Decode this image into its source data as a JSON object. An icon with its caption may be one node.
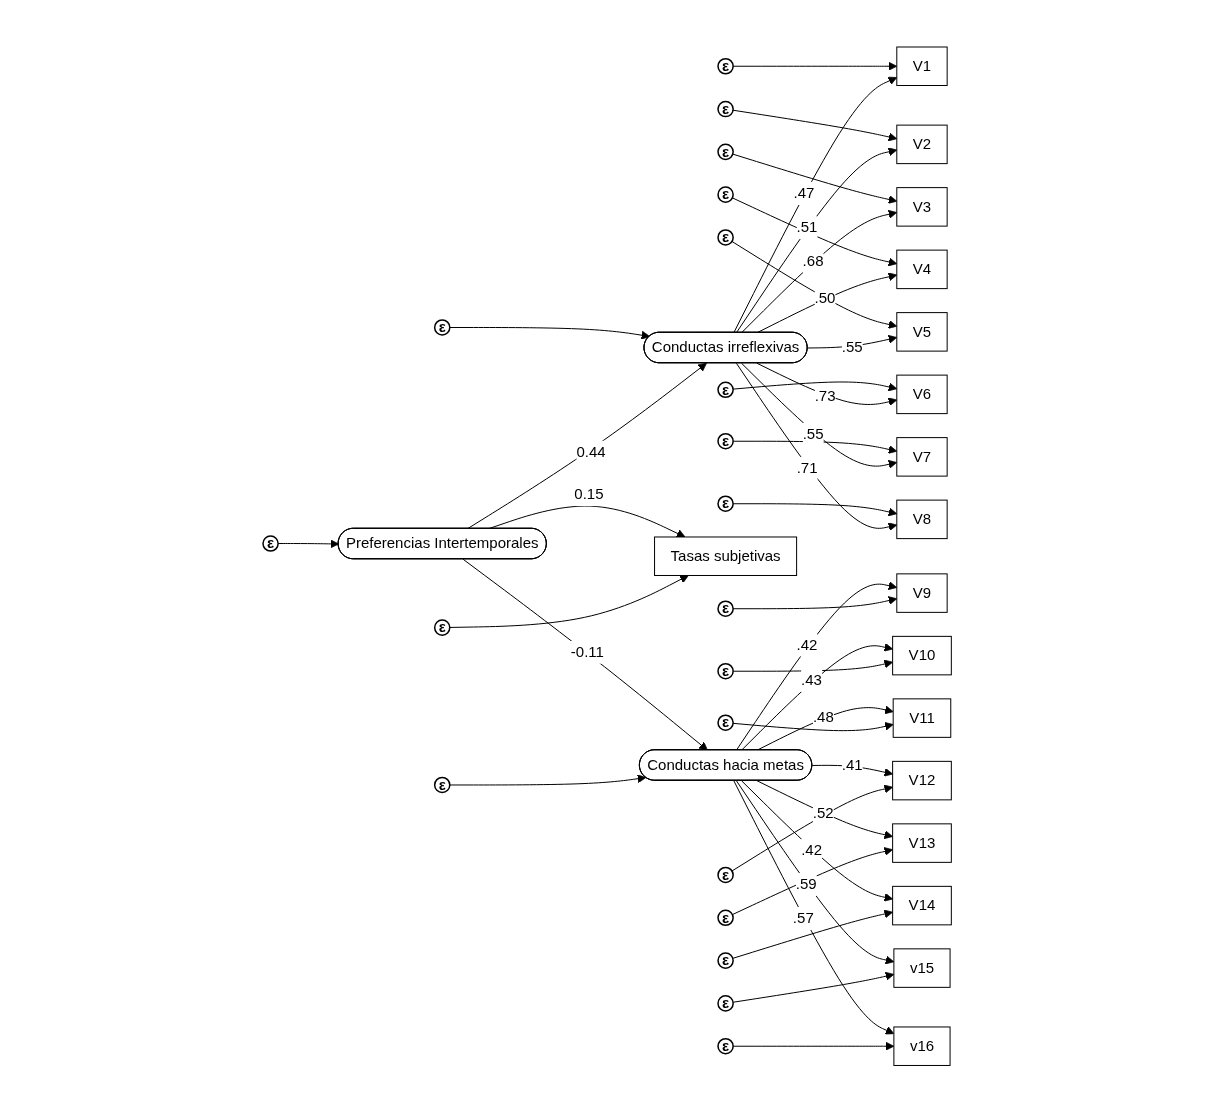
{
  "diagram": {
    "nodes": [
      {
        "text": [
          "ε"
        ]
      },
      {
        "text": [
          "ε"
        ]
      },
      {
        "text": [
          "ε"
        ]
      },
      {
        "text": [
          "ε"
        ]
      },
      {
        "text": [
          "ε"
        ]
      },
      {
        "text": [
          "ε"
        ]
      },
      {
        "text": [
          "ε"
        ]
      },
      {
        "text": [
          "ε"
        ]
      },
      {
        "text": [
          "V1"
        ]
      },
      {
        "text": [
          "V2"
        ]
      },
      {
        "text": [
          "V3"
        ]
      },
      {
        "text": [
          "V4"
        ]
      },
      {
        "text": [
          "V5"
        ]
      },
      {
        "text": [
          "V6"
        ]
      },
      {
        "text": [
          "V7"
        ]
      },
      {
        "text": [
          "V8"
        ]
      },
      {
        "text": [
          "Conductas irreflexivas"
        ]
      },
      {
        "text": [
          "ε"
        ]
      },
      {
        "text": [
          "ε"
        ]
      },
      {
        "text": [
          "Preferencias Intertemporales"
        ]
      },
      {
        "text": [
          "Tasas subjetivas"
        ]
      },
      {
        "text": [
          "ε"
        ]
      },
      {
        "text": [
          "ε"
        ]
      },
      {
        "text": [
          "Conductas hacia metas"
        ]
      },
      {
        "text": [
          "V9"
        ]
      },
      {
        "text": [
          "V10"
        ]
      },
      {
        "text": [
          "V11"
        ]
      },
      {
        "text": [
          "V12"
        ]
      },
      {
        "text": [
          "V13"
        ]
      },
      {
        "text": [
          "V14"
        ]
      },
      {
        "text": [
          "v15"
        ]
      },
      {
        "text": [
          "v16"
        ]
      },
      {
        "text": [
          "ε"
        ]
      },
      {
        "text": [
          "ε"
        ]
      },
      {
        "text": [
          "ε"
        ]
      },
      {
        "text": [
          "ε"
        ]
      },
      {
        "text": [
          "ε"
        ]
      },
      {
        "text": [
          "ε"
        ]
      },
      {
        "text": [
          "ε"
        ]
      },
      {
        "text": [
          "ε"
        ]
      }
    ],
    "edges": [
      {
        "from": 0,
        "to": 8,
        "arrow": "to"
      },
      {
        "from": 1,
        "to": 9,
        "arrow": "to"
      },
      {
        "from": 2,
        "to": 10,
        "arrow": "to"
      },
      {
        "from": 3,
        "to": 11,
        "arrow": "to"
      },
      {
        "from": 4,
        "to": 12,
        "arrow": "to"
      },
      {
        "from": 5,
        "to": 13,
        "arrow": "to"
      },
      {
        "from": 6,
        "to": 14,
        "arrow": "to"
      },
      {
        "from": 7,
        "to": 15,
        "arrow": "to"
      },
      {
        "from": 16,
        "to": 8,
        "arrow": "to",
        "label": ".47"
      },
      {
        "from": 16,
        "to": 9,
        "arrow": "to",
        "label": ".51"
      },
      {
        "from": 16,
        "to": 10,
        "arrow": "to",
        "label": ".68"
      },
      {
        "from": 16,
        "to": 11,
        "arrow": "to",
        "label": ".50"
      },
      {
        "from": 16,
        "to": 12,
        "arrow": "to",
        "label": ".55"
      },
      {
        "from": 16,
        "to": 13,
        "arrow": "to",
        "label": ".73"
      },
      {
        "from": 16,
        "to": 14,
        "arrow": "to",
        "label": ".55"
      },
      {
        "from": 16,
        "to": 15,
        "arrow": "to",
        "label": ".71"
      },
      {
        "from": 17,
        "to": 16,
        "arrow": "to"
      },
      {
        "from": 18,
        "to": 19,
        "arrow": "to"
      },
      {
        "from": 19,
        "to": 16,
        "arrow": "to",
        "label": "0.44"
      },
      {
        "from": 19,
        "to": 20,
        "arrow": "to",
        "label": "0.15"
      },
      {
        "from": 21,
        "to": 20,
        "arrow": "to"
      },
      {
        "from": 19,
        "to": 23,
        "arrow": "to",
        "label": "-0.11"
      },
      {
        "from": 22,
        "to": 23,
        "arrow": "to"
      },
      {
        "from": 23,
        "to": 24,
        "arrow": "to",
        "label": ".42"
      },
      {
        "from": 23,
        "to": 25,
        "arrow": "to",
        "label": ".43"
      },
      {
        "from": 23,
        "to": 26,
        "arrow": "to",
        "label": ".48"
      },
      {
        "from": 23,
        "to": 27,
        "arrow": "to",
        "label": ".41"
      },
      {
        "from": 23,
        "to": 28,
        "arrow": "to",
        "label": ".52"
      },
      {
        "from": 23,
        "to": 29,
        "arrow": "to",
        "label": ".42"
      },
      {
        "from": 23,
        "to": 30,
        "arrow": "to",
        "label": ".59"
      },
      {
        "from": 23,
        "to": 31,
        "arrow": "to",
        "label": ".57"
      },
      {
        "from": 32,
        "to": 24,
        "arrow": "to"
      },
      {
        "from": 33,
        "to": 25,
        "arrow": "to"
      },
      {
        "from": 34,
        "to": 26,
        "arrow": "to"
      },
      {
        "from": 35,
        "to": 27,
        "arrow": "to"
      },
      {
        "from": 36,
        "to": 28,
        "arrow": "to"
      },
      {
        "from": 37,
        "to": 29,
        "arrow": "to"
      },
      {
        "from": 38,
        "to": 30,
        "arrow": "to"
      },
      {
        "from": 39,
        "to": 31,
        "arrow": "to"
      }
    ]
  }
}
